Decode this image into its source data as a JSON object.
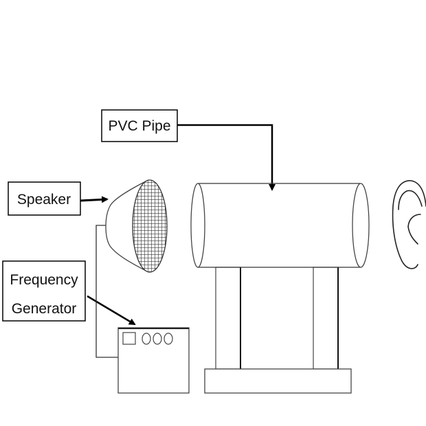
{
  "labels": {
    "pvc_pipe": "PVC Pipe",
    "speaker": "Speaker",
    "frequency_generator_line1": "Frequency",
    "frequency_generator_line2": "Generator"
  }
}
